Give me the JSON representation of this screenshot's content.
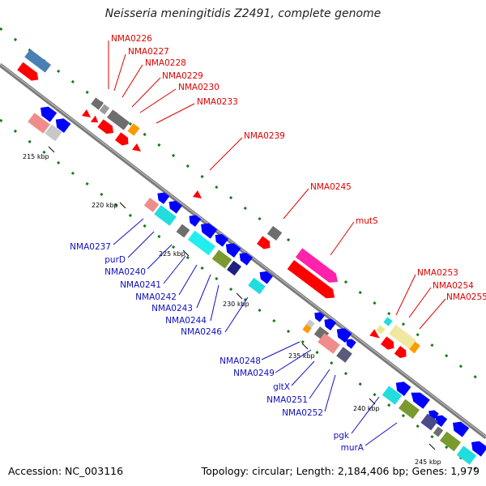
{
  "title": "Neisseria meningitidis Z2491, complete genome",
  "footer": {
    "accession": "Accession: NC_003116",
    "summary": "Topology: circular; Length: 2,184,406 bp; Genes: 1,979"
  },
  "colors": {
    "forward_label": "#e00000",
    "reverse_label": "#1010c0",
    "backbone": "#7a7a7a",
    "tick": "#1a7a1a"
  },
  "scale_labels": [
    "215 kbp",
    "220 kbp",
    "225 kbp",
    "230 kbp",
    "235 kbp",
    "240 kbp",
    "245 kbp"
  ],
  "forward_genes": [
    "NMA0226",
    "NMA0227",
    "NMA0228",
    "NMA0229",
    "NMA0230",
    "NMA0233",
    "NMA0239",
    "NMA0245",
    "mutS",
    "NMA0253",
    "NMA0254",
    "NMA0255"
  ],
  "reverse_genes": [
    "NMA0237",
    "purD",
    "NMA0240",
    "NMA0241",
    "NMA0242",
    "NMA0243",
    "NMA0244",
    "NMA0246",
    "NMA0248",
    "NMA0249",
    "gltX",
    "NMA0251",
    "NMA0252",
    "pgk",
    "murA"
  ]
}
